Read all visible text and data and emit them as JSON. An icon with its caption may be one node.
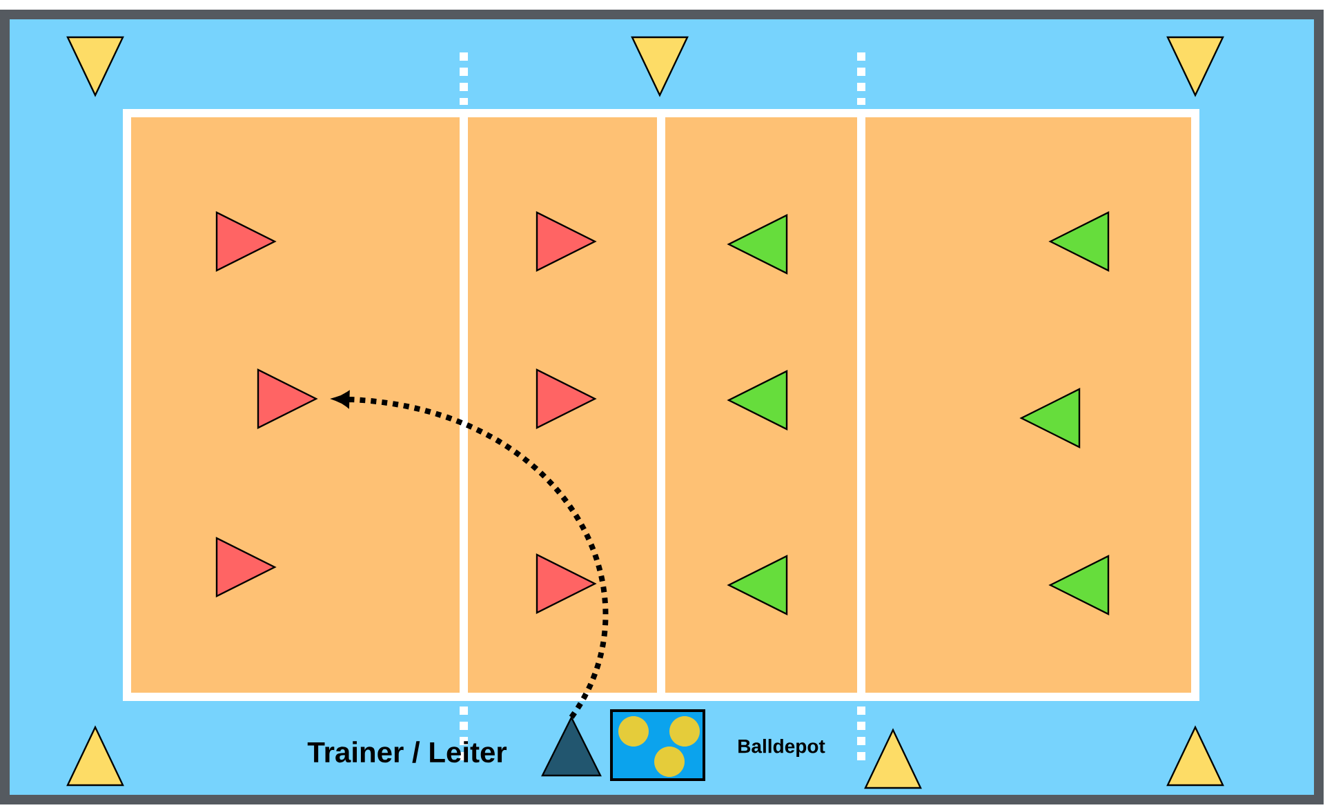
{
  "diagram": {
    "nodes": [
      {
        "text": [],
        "shape": "triangle",
        "beside": [
          "Trainer / Leiter"
        ]
      },
      {
        "text": [],
        "shape": "triangle"
      },
      {
        "text": [],
        "shape": "box",
        "beside": [
          "Balldepot"
        ]
      },
      {
        "text": [],
        "shape": "triangle"
      },
      {
        "text": [],
        "shape": "triangle"
      },
      {
        "text": [],
        "shape": "triangle"
      },
      {
        "text": [],
        "shape": "triangle"
      },
      {
        "text": [],
        "shape": "triangle"
      },
      {
        "text": [],
        "shape": "triangle"
      },
      {
        "text": [],
        "shape": "triangle"
      },
      {
        "text": [],
        "shape": "triangle"
      },
      {
        "text": [],
        "shape": "triangle"
      },
      {
        "text": [],
        "shape": "triangle"
      },
      {
        "text": [],
        "shape": "triangle"
      }
    ],
    "edges": [
      {
        "from": 0,
        "to": 1,
        "arrow": "to",
        "style": "dashed"
      }
    ]
  }
}
